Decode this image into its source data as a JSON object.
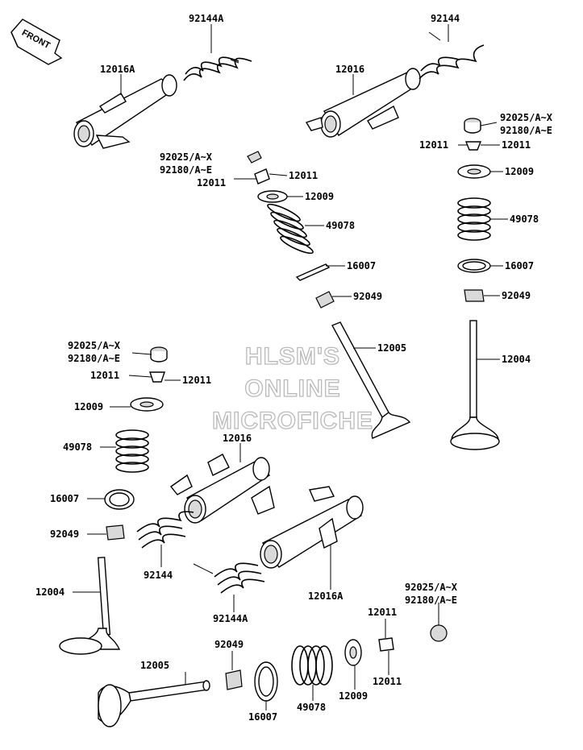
{
  "watermark": [
    "HLSM'S",
    "ONLINE",
    "MICROFICHE"
  ],
  "front_arrow": "FRONT",
  "labels": {
    "l_92144A_top": "92144A",
    "l_92144_top": "92144",
    "l_12016A_top": "12016A",
    "l_12016_top": "12016",
    "l_92025_r": "92025/A~X",
    "l_92180_r": "92180/A~E",
    "l_12011_r1": "12011",
    "l_12011_r2": "12011",
    "l_12009_r": "12009",
    "l_49078_r": "49078",
    "l_16007_r": "16007",
    "l_92049_r": "92049",
    "l_12004_r": "12004",
    "l_92025_c": "92025/A~X",
    "l_92180_c": "92180/A~E",
    "l_12011_c1": "12011",
    "l_12011_c2": "12011",
    "l_12009_c": "12009",
    "l_49078_c": "49078",
    "l_16007_c": "16007",
    "l_92049_c": "92049",
    "l_12005_c": "12005",
    "l_92025_l": "92025/A~X",
    "l_92180_l": "92180/A~E",
    "l_12011_l1": "12011",
    "l_12011_l2": "12011",
    "l_12009_l": "12009",
    "l_49078_l": "49078",
    "l_16007_l": "16007",
    "l_92049_l": "92049",
    "l_12004_l": "12004",
    "l_12016_mid": "12016",
    "l_92144_mid": "92144",
    "l_92144A_mid": "92144A",
    "l_12016A_mid": "12016A",
    "l_92025_b": "92025/A~X",
    "l_92180_b": "92180/A~E",
    "l_12011_b1": "12011",
    "l_12011_b2": "12011",
    "l_92049_b": "92049",
    "l_12005_b": "12005",
    "l_16007_b": "16007",
    "l_49078_b": "49078",
    "l_12009_b": "12009"
  }
}
